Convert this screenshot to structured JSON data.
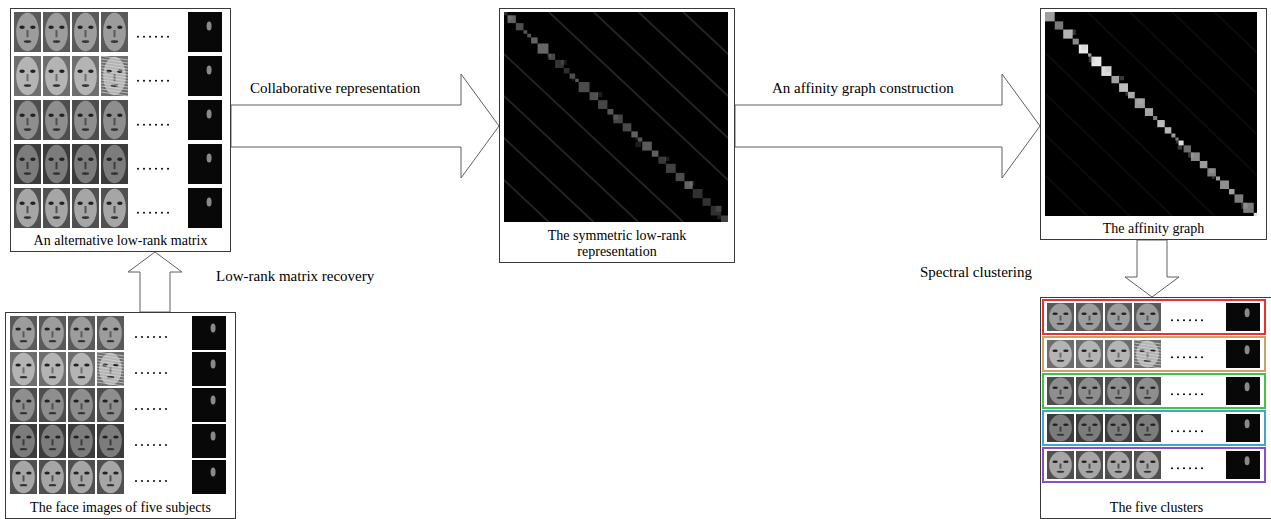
{
  "diagram": {
    "nodes": [
      {
        "text": [
          "The face images of five subjects"
        ]
      },
      {
        "text": [
          "An alternative low-rank matrix"
        ]
      },
      {
        "text": [
          "The symmetric low-rank representation"
        ]
      },
      {
        "text": [
          "The affinity graph"
        ]
      },
      {
        "text": [
          "The five clusters"
        ]
      }
    ],
    "edges": [
      {
        "from": 0,
        "to": 1,
        "label": "Low-rank matrix recovery",
        "arrow": "to"
      },
      {
        "from": 1,
        "to": 2,
        "label": "Collaborative representation",
        "arrow": "to"
      },
      {
        "from": 2,
        "to": 3,
        "label": "An affinity graph construction",
        "arrow": "to"
      },
      {
        "from": 3,
        "to": 4,
        "label": "Spectral clustering",
        "arrow": "to"
      }
    ]
  }
}
